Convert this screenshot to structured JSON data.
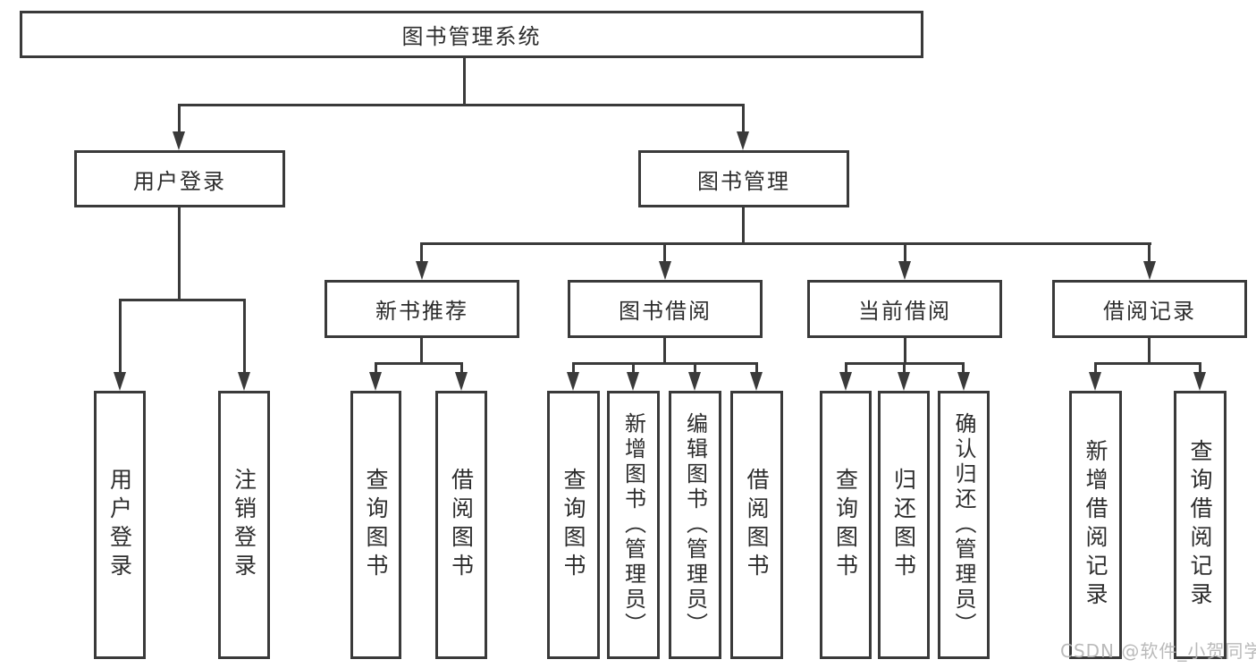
{
  "tree": {
    "root": {
      "label": "图书管理系统"
    },
    "l2": [
      {
        "label": "用户登录",
        "leaves": [
          "用户登录",
          "注销登录"
        ]
      },
      {
        "label": "图书管理",
        "children": [
          {
            "label": "新书推荐",
            "leaves": [
              "查询图书",
              "借阅图书"
            ]
          },
          {
            "label": "图书借阅",
            "leaves": [
              "查询图书",
              "新增图书（管理员）",
              "编辑图书（管理员）",
              "借阅图书"
            ]
          },
          {
            "label": "当前借阅",
            "leaves": [
              "查询图书",
              "归还图书",
              "确认归还（管理员）"
            ]
          },
          {
            "label": "借阅记录",
            "leaves": [
              "新增借阅记录",
              "查询借阅记录"
            ]
          }
        ]
      }
    ]
  },
  "watermark": {
    "text": "CSDN @软件_小贺同学"
  },
  "colors": {
    "line": "#3a3a3a",
    "box_border": "#3a3a3a",
    "box_bg": "#ffffff",
    "text": "#2d2d2d",
    "watermark": "#b5b5b5",
    "background": "#ffffff"
  }
}
